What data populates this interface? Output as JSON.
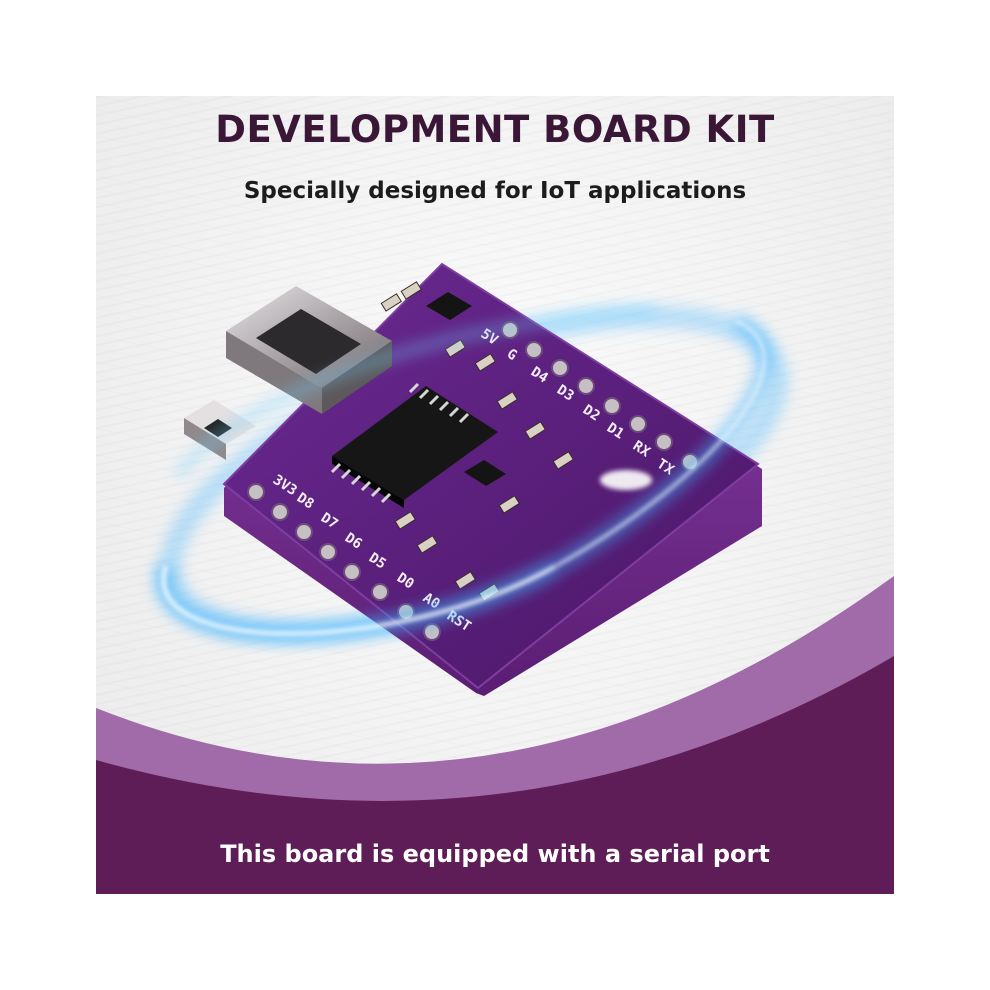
{
  "header": {
    "title": "DEVELOPMENT BOARD KIT",
    "subtitle": "Specially designed for IoT applications"
  },
  "board": {
    "pins_left": [
      "3V3",
      "D8",
      "D7",
      "D6",
      "D5",
      "D0",
      "A0",
      "RST"
    ],
    "pins_right": [
      "5V",
      "G",
      "D4",
      "D3",
      "D2",
      "D1",
      "RX",
      "TX"
    ]
  },
  "footer": {
    "caption": "This board is equipped with a serial port"
  },
  "colors": {
    "brand_purple": "#5e1d57",
    "wave_purple": "#a06ba8",
    "title_text": "#3b1737",
    "board_pcb": "#5b1f7e",
    "ring_glow": "#5ec8ff"
  }
}
